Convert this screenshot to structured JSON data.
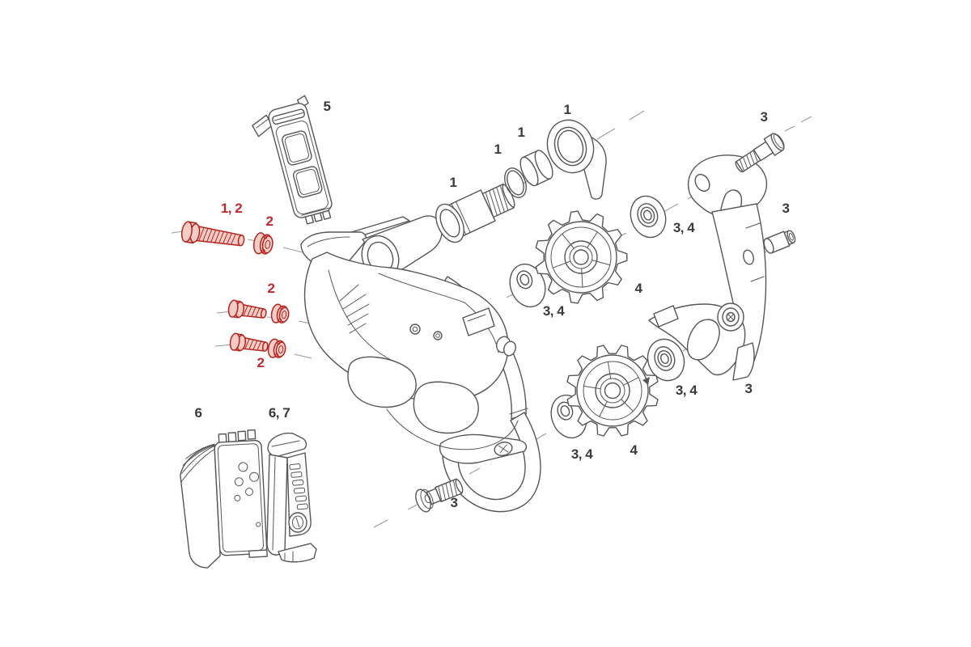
{
  "diagram": {
    "description": "Exploded parts diagram of a bicycle rear derailleur",
    "background": "#ffffff",
    "line_color": "#565656",
    "leader_color": "#9c9c9c",
    "label_color": "#3a3a3a",
    "highlight_label_color": "#c1272d",
    "highlight_part_stroke": "#b5241f",
    "highlight_part_fill": "#f3cdc5"
  },
  "labels": {
    "part5": "5",
    "part1_2": "1, 2",
    "part2_top": "2",
    "part2_mid": "2",
    "part2_low": "2",
    "part1_axle": "1",
    "part1_oring": "1",
    "part1_bushing": "1",
    "part1_hanger": "1",
    "part3_bolt_top": "3",
    "part3_pin": "3",
    "part3_4_top_right": "3, 4",
    "part3_4_top_left": "3, 4",
    "part4_top": "4",
    "part3_4_low_right": "3, 4",
    "part3_4_low_left": "3, 4",
    "part4_low": "4",
    "part3_plate": "3",
    "part3_bolt_bottom": "3",
    "part6": "6",
    "part6_7": "6, 7"
  }
}
